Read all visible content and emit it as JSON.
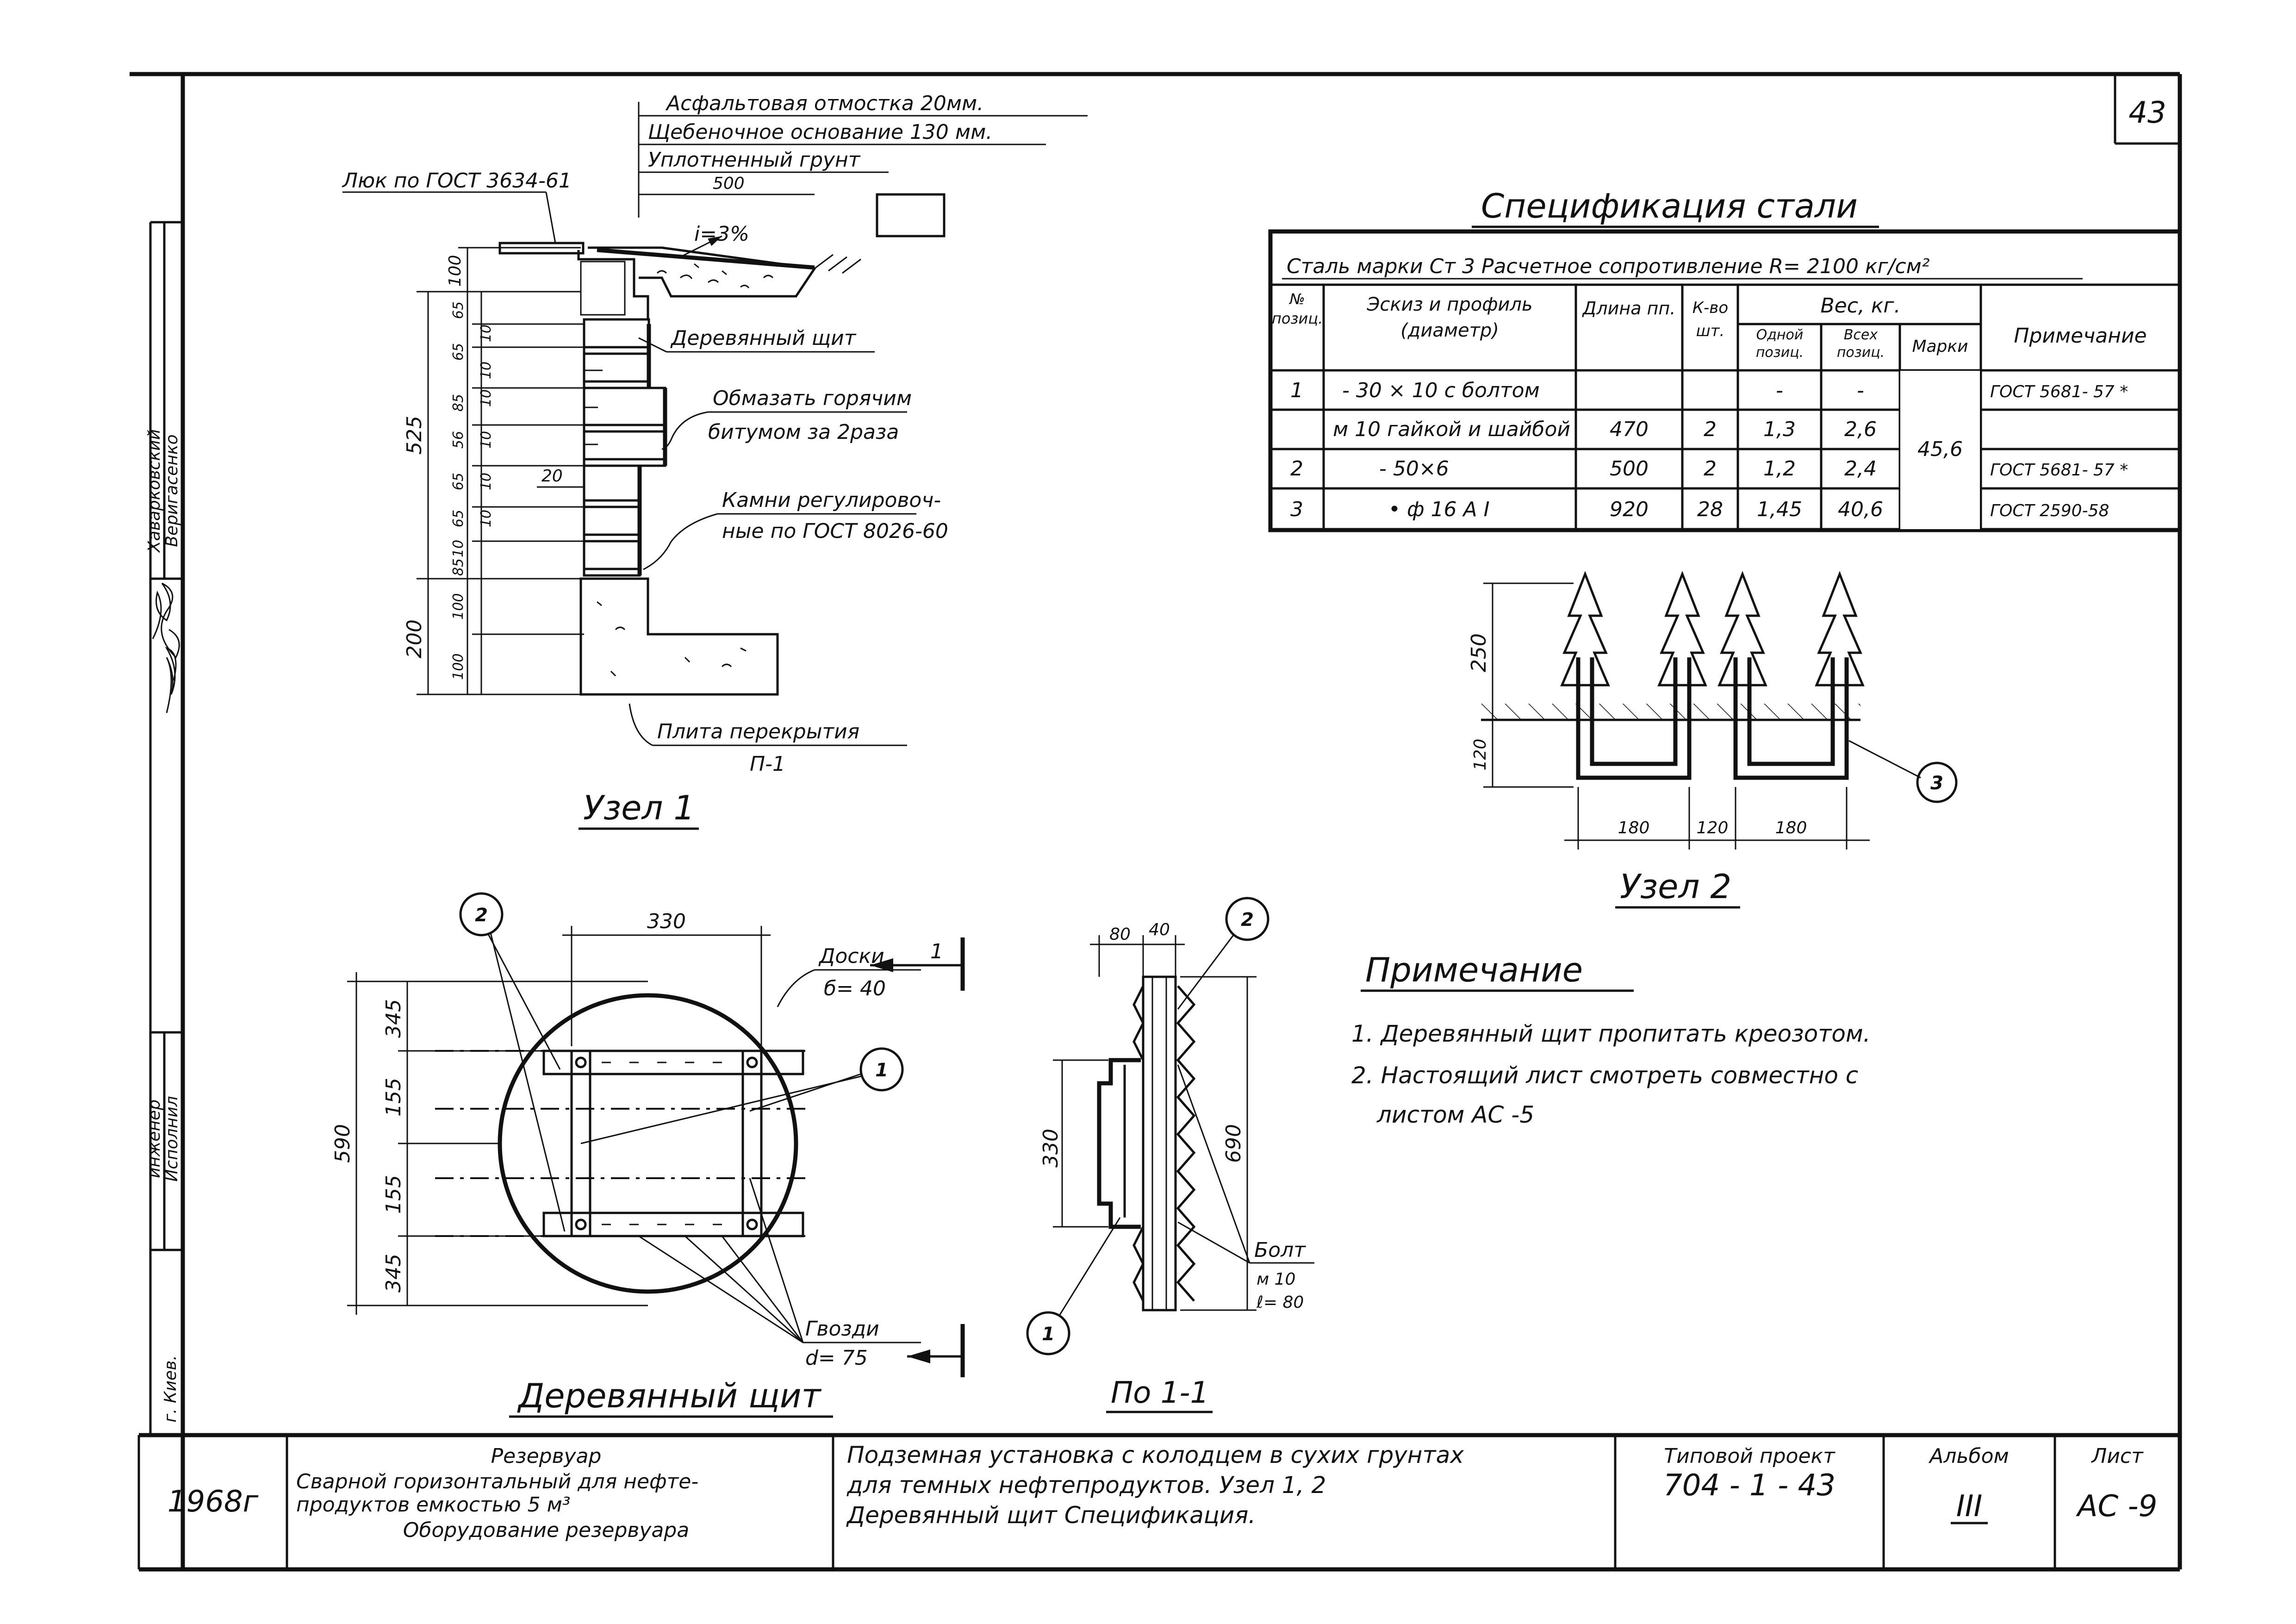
{
  "sheet_number": "43",
  "node1": {
    "title": "Узел 1",
    "callouts": {
      "asphalt": "Асфальтовая отмостка 20мм.",
      "gravel": "Щебеночное основание 130 мм.",
      "soil": "Уплотненный грунт",
      "soil_dim": "500",
      "hatch": "Люк по ГОСТ 3634-61",
      "slope": "i=3%",
      "shield": "Деревянный щит",
      "bitumen_1": "Обмазать горячим",
      "bitumen_2": "битумом за 2раза",
      "stones_1": "Камни регулировоч-",
      "stones_2": "ные по ГОСТ 8026-60",
      "slab_1": "Плита перекрытия",
      "slab_2": "П-1"
    },
    "dims": {
      "d100_top": "100",
      "d525": "525",
      "d200": "200",
      "d65_a": "65",
      "d10_a": "10",
      "d65_b": "65",
      "d10_b": "10",
      "d85_a": "85",
      "d10_c": "10",
      "d56": "56",
      "d10_d": "10",
      "d65_c": "65",
      "d10_e": "10",
      "d65_d": "65",
      "d10_f": "10",
      "d10_g": "10",
      "d85_b": "85",
      "d100_a": "100",
      "d100_b": "100",
      "d20": "20"
    }
  },
  "spec": {
    "title": "Спецификация стали",
    "header_line": "Сталь марки Ст 3  Расчетное сопротивление  R= 2100 кг/см²",
    "columns": {
      "pos": "№ позиц.",
      "sketch": "Эскиз и профиль (диаметр)",
      "length": "Длина пп.",
      "qty": "К-во шт.",
      "weight": "Вес, кг.",
      "one": "Одной позиц.",
      "all": "Всех позиц.",
      "mark": "Марки",
      "note": "Примечание"
    },
    "rows": [
      {
        "pos": "1",
        "sketch": "- 30 × 10 с болтом",
        "length": "",
        "qty": "",
        "one": "-",
        "all": "-",
        "note": "ГОСТ 5681- 57 *"
      },
      {
        "pos": "",
        "sketch": "м 10 гайкой и шайбой",
        "length": "470",
        "qty": "2",
        "one": "1,3",
        "all": "2,6",
        "note": ""
      },
      {
        "pos": "2",
        "sketch": "- 50×6",
        "length": "500",
        "qty": "2",
        "one": "1,2",
        "all": "2,4",
        "note": "ГОСТ 5681- 57 *"
      },
      {
        "pos": "3",
        "sketch": "• ф 16 А I",
        "length": "920",
        "qty": "28",
        "one": "1,45",
        "all": "40,6",
        "note": "ГОСТ 2590-58"
      }
    ],
    "mark_total": "45,6"
  },
  "node2": {
    "title": "Узел 2",
    "d250": "250",
    "d120": "120",
    "d180_a": "180",
    "d120_b": "120",
    "d180_b": "180",
    "pos3": "3"
  },
  "notes": {
    "title": "Примечание",
    "item1": "1. Деревянный щит пропитать креозотом.",
    "item2a": "2. Настоящий лист смотреть совместно с",
    "item2b": "листом АС -5"
  },
  "shield": {
    "title": "Деревянный щит",
    "boards_1": "Доски",
    "boards_2": "б= 40",
    "nails_1": "Гвозди",
    "nails_2": "d= 75",
    "section_mark": "1",
    "d330": "330",
    "d590": "590",
    "d345_a": "345",
    "d155_a": "155",
    "d155_b": "155",
    "d345_b": "345",
    "pos1": "1",
    "pos2": "2"
  },
  "section": {
    "title": "По 1-1",
    "d80": "80",
    "d40": "40",
    "d330": "330",
    "d690": "690",
    "bolt_1": "Болт",
    "bolt_2": "м 10",
    "bolt_3": "ℓ= 80",
    "pos1": "1",
    "pos2": "2"
  },
  "side": {
    "person_1": "Хаварковский",
    "person_2": "Веригасенко",
    "role_1": "инженер",
    "role_2": "Исполнил",
    "city": "г. Киев."
  },
  "title_block": {
    "year": "1968г",
    "obj_1": "Резервуар",
    "obj_2": "Сварной горизонтальный для нефте-",
    "obj_3": "продуктов емкостью 5 м³",
    "obj_4": "Оборудование резервуара",
    "desc_1": "Подземная установка с колодцем в сухих грунтах",
    "desc_2": "для темных нефтепродуктов. Узел 1, 2",
    "desc_3": "Деревянный щит Спецификация.",
    "proj_label": "Типовой проект",
    "proj_num": "704 - 1 - 43",
    "album_label": "Альбом",
    "album_val": "III",
    "sheet_label": "Лист",
    "sheet_val": "АС -9"
  }
}
